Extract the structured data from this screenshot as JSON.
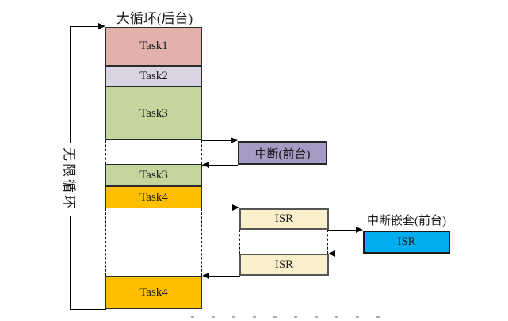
{
  "diagram": {
    "background_loop": {
      "title": "大循环(后台)",
      "loop_label": "无限循环",
      "segments": [
        {
          "label": "Task1",
          "color": "#e2b1ac"
        },
        {
          "label": "Task2",
          "color": "#d9d3e3"
        },
        {
          "label": "Task3",
          "color": "#c4d59d"
        },
        {
          "label": "",
          "color": "#ffffff"
        },
        {
          "label": "Task3",
          "color": "#c4d59d"
        },
        {
          "label": "Task4",
          "color": "#fdbf00"
        },
        {
          "label": "",
          "color": "#ffffff"
        },
        {
          "label": "Task4",
          "color": "#fdbf00"
        }
      ]
    },
    "foreground": {
      "interrupt_box": {
        "label": "中断(前台)",
        "color": "#a69bc5"
      },
      "isr_boxes": [
        {
          "label": "ISR",
          "color": "#faefcb"
        },
        {
          "label": "ISR",
          "color": "#faefcb"
        }
      ],
      "nested": {
        "title": "中断嵌套(前台)",
        "isr_label": "ISR",
        "color": "#00adef"
      }
    },
    "line_color": "#000000"
  }
}
